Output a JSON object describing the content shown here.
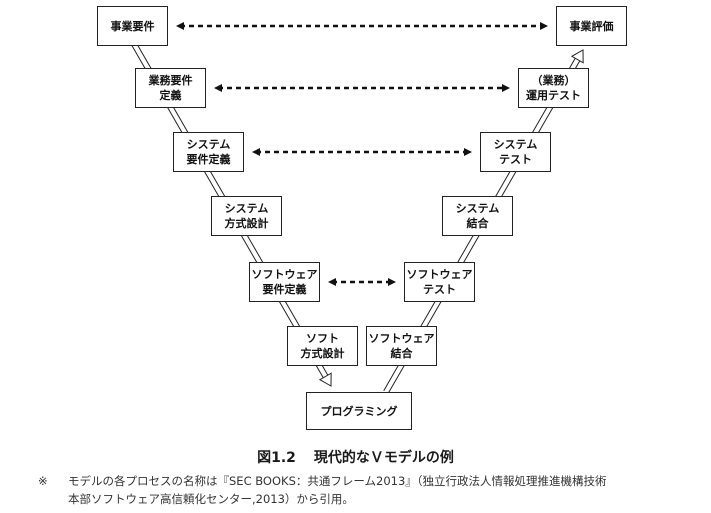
{
  "diagram": {
    "left_boxes": [
      {
        "id": "jigyou-youken",
        "lines": [
          "事業要件"
        ]
      },
      {
        "id": "gyoumu-youken",
        "lines": [
          "業務要件",
          "定義"
        ]
      },
      {
        "id": "system-youken",
        "lines": [
          "システム",
          "要件定義"
        ]
      },
      {
        "id": "system-houshiki",
        "lines": [
          "システム",
          "方式設計"
        ]
      },
      {
        "id": "soft-youken",
        "lines": [
          "ソフトウェア",
          "要件定義"
        ]
      },
      {
        "id": "soft-houshiki",
        "lines": [
          "ソフト",
          "方式設計"
        ]
      }
    ],
    "bottom_box": {
      "id": "programming",
      "lines": [
        "プログラミング"
      ]
    },
    "right_boxes": [
      {
        "id": "soft-ketsugou",
        "lines": [
          "ソフトウェア",
          "結合"
        ]
      },
      {
        "id": "soft-test",
        "lines": [
          "ソフトウェア",
          "テスト"
        ]
      },
      {
        "id": "system-ketsugou",
        "lines": [
          "システム",
          "結合"
        ]
      },
      {
        "id": "system-test",
        "lines": [
          "システム",
          "テスト"
        ]
      },
      {
        "id": "unyou-test",
        "lines": [
          "（業務）",
          "運用テスト"
        ]
      },
      {
        "id": "jigyou-hyouka",
        "lines": [
          "事業評価"
        ]
      }
    ],
    "correspondences": [
      {
        "from": "jigyou-youken",
        "to": "jigyou-hyouka"
      },
      {
        "from": "gyoumu-youken",
        "to": "unyou-test"
      },
      {
        "from": "system-youken",
        "to": "system-test"
      },
      {
        "from": "soft-youken",
        "to": "soft-test"
      }
    ]
  },
  "caption": {
    "number": "図1.2",
    "title": "現代的なＶモデルの例"
  },
  "note": {
    "mark": "※",
    "lines": [
      "モデルの各プロセスの名称は『SEC BOOKS：共通フレーム2013』（独立行政法人情報処理推進機構技術",
      "本部ソフトウェア高信頼化センター,2013）から引用。"
    ]
  }
}
